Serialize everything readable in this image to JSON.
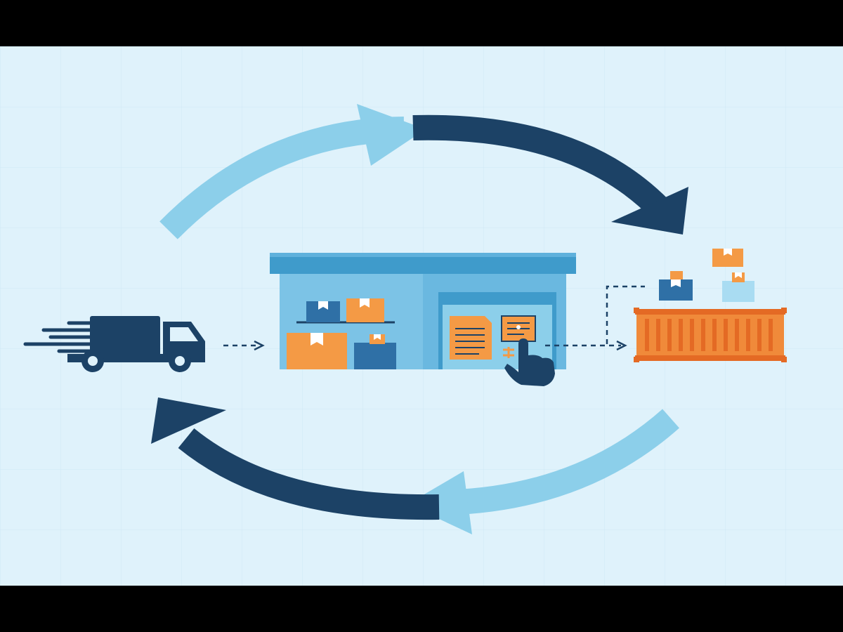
{
  "diagram": {
    "kind": "logistics-cycle",
    "nodes": [
      {
        "id": "truck",
        "icon": "delivery-truck-icon"
      },
      {
        "id": "warehouse",
        "icon": "warehouse-icon"
      },
      {
        "id": "container",
        "icon": "shipping-container-icon"
      }
    ],
    "edges": [
      {
        "from": "truck",
        "to": "warehouse",
        "style": "dashed"
      },
      {
        "from": "warehouse",
        "to": "container",
        "style": "dashed"
      }
    ],
    "cycle_arrows": [
      {
        "direction": "clockwise",
        "position": "top",
        "colors": [
          "light",
          "dark"
        ]
      },
      {
        "direction": "clockwise",
        "position": "bottom",
        "colors": [
          "light",
          "dark"
        ]
      }
    ]
  },
  "colors": {
    "background": "#dff2fb",
    "grid": "#cfe8f4",
    "light_blue": "#8ccfea",
    "dark_navy": "#1c4266",
    "warehouse_blue": "#7cc3e6",
    "warehouse_roof": "#3f9bcb",
    "box_orange": "#f49a45",
    "box_blue": "#2f70a6",
    "container_orange": "#f08a3a",
    "container_rib": "#e46a24"
  }
}
